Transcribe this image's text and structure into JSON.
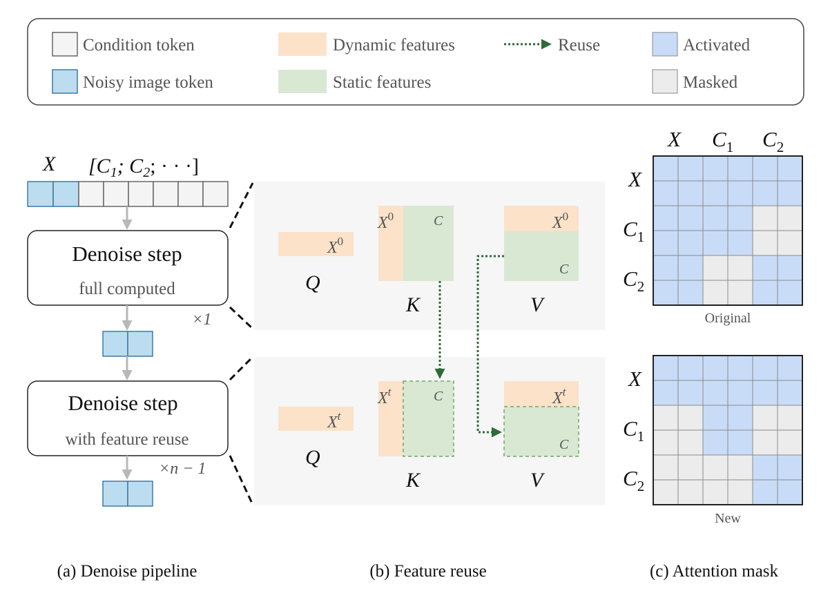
{
  "legend": {
    "condition_token": "Condition token",
    "noisy_image_token": "Noisy image token",
    "dynamic_features": "Dynamic features",
    "static_features": "Static features",
    "reuse": "Reuse",
    "activated": "Activated",
    "masked": "Masked"
  },
  "colors": {
    "condition": "#f4f4f4",
    "noisy": "#bcdcef",
    "noisy_border": "#3f78a6",
    "dynamic": "#fbe2c9",
    "static": "#d8e8d3",
    "activated": "#c8dcf8",
    "masked": "#ececec",
    "reuse_arrow": "#2f6b37",
    "panel": "#f6f6f6"
  },
  "pipeline": {
    "x_label": "X",
    "c_label": "[C",
    "c_sub1": "1",
    "c_mid": "; C",
    "c_sub2": "2",
    "c_end": "; · · ·]",
    "step1_title": "Denoise step",
    "step1_sub": "full computed",
    "step1_repeat": "×1",
    "step2_title": "Denoise step",
    "step2_sub": "with feature reuse",
    "step2_repeat": "×n − 1"
  },
  "reuse_panels": {
    "top": {
      "q": "Q",
      "k": "K",
      "v": "V",
      "x": "X",
      "sup": "0",
      "c": "C"
    },
    "bottom": {
      "q": "Q",
      "k": "K",
      "v": "V",
      "x": "X",
      "sup": "t",
      "c": "C"
    }
  },
  "mask": {
    "col_labels": [
      "X",
      "C",
      "C"
    ],
    "col_subs": [
      "",
      "1",
      "2"
    ],
    "row_labels": [
      "X",
      "C",
      "C"
    ],
    "row_subs": [
      "",
      "1",
      "2"
    ],
    "original_label": "Original",
    "new_label": "New",
    "original": [
      [
        1,
        1,
        1,
        1,
        1,
        1
      ],
      [
        1,
        1,
        1,
        1,
        1,
        1
      ],
      [
        1,
        1,
        1,
        1,
        0,
        0
      ],
      [
        1,
        1,
        1,
        1,
        0,
        0
      ],
      [
        1,
        1,
        0,
        0,
        1,
        1
      ],
      [
        1,
        1,
        0,
        0,
        1,
        1
      ]
    ],
    "new": [
      [
        1,
        1,
        1,
        1,
        1,
        1
      ],
      [
        1,
        1,
        1,
        1,
        1,
        1
      ],
      [
        0,
        0,
        1,
        1,
        0,
        0
      ],
      [
        0,
        0,
        1,
        1,
        0,
        0
      ],
      [
        0,
        0,
        0,
        0,
        1,
        1
      ],
      [
        0,
        0,
        0,
        0,
        1,
        1
      ]
    ]
  },
  "captions": {
    "a": "(a) Denoise pipeline",
    "b": "(b) Feature reuse",
    "c": "(c) Attention mask"
  }
}
